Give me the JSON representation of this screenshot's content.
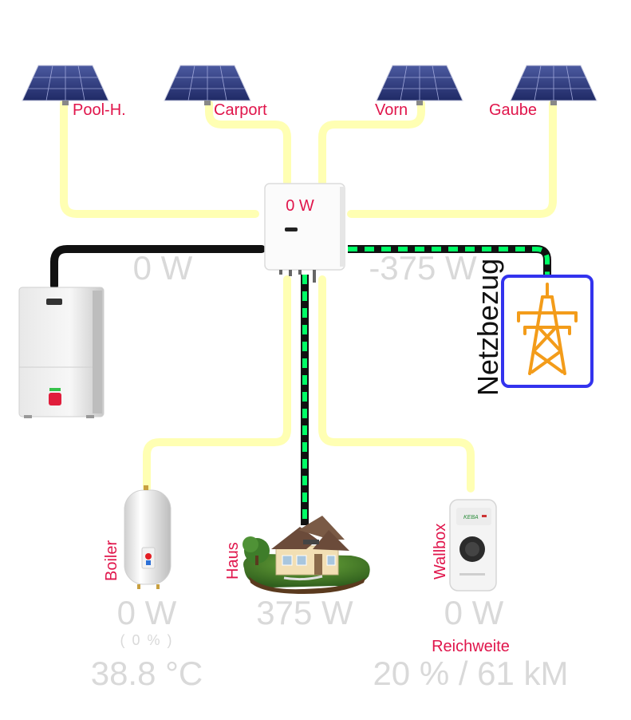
{
  "solar_arrays": [
    {
      "label": "Pool-H."
    },
    {
      "label": "Carport"
    },
    {
      "label": "Vorn"
    },
    {
      "label": "Gaube"
    }
  ],
  "inverter": {
    "power": "0 W"
  },
  "battery": {
    "power": "0 W"
  },
  "grid": {
    "power": "-375 W",
    "label": "Netzbezug"
  },
  "boiler": {
    "label": "Boiler",
    "power": "0 W",
    "percent": "( 0 % )",
    "temperature": "38.8 °C"
  },
  "house": {
    "label": "Haus",
    "power": "375 W"
  },
  "wallbox": {
    "label": "Wallbox",
    "brand": "KEBA",
    "power": "0 W",
    "range_label": "Reichweite",
    "range_value": "20 % / 61 kM"
  },
  "colors": {
    "solar_line": "#ffffb3",
    "flow_line": "#00ff66",
    "label_red": "#e0154b",
    "value_gray": "#d9d9d9",
    "grid_frame": "#3333ee",
    "pylon": "#f39c1a"
  }
}
